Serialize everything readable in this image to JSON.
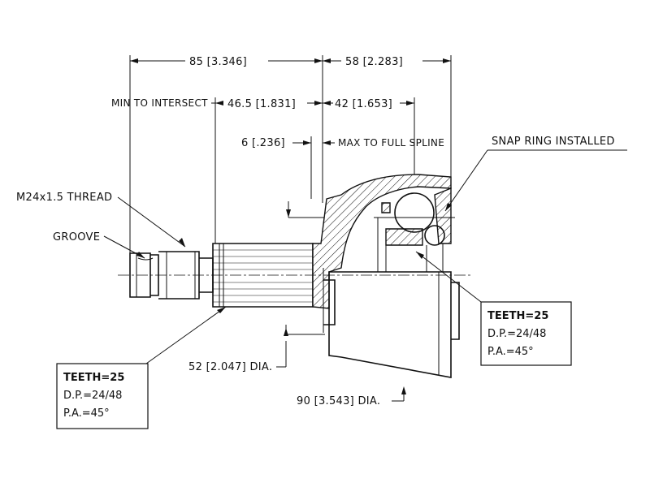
{
  "dimensions": {
    "overall_left": "85 [3.346]",
    "overall_right": "58 [2.283]",
    "min_to_intersect_label": "MIN TO INTERSECT",
    "min_to_intersect_value": "46.5 [1.831]",
    "max_full_spline_value": "42 [1.653]",
    "max_full_spline_label": "MAX TO FULL SPLINE",
    "groove_offset": "6 [.236]",
    "shaft_dia": "52 [2.047] DIA.",
    "housing_dia": "90 [3.543] DIA."
  },
  "callouts": {
    "thread": "M24x1.5 THREAD",
    "groove": "GROOVE",
    "snap_ring": "SNAP RING INSTALLED"
  },
  "spec_boxes": [
    {
      "teeth": "TEETH=25",
      "dp": "D.P.=24/48",
      "pa": "P.A.=45°"
    },
    {
      "teeth": "TEETH=25",
      "dp": "D.P.=24/48",
      "pa": "P.A.=45°"
    }
  ]
}
